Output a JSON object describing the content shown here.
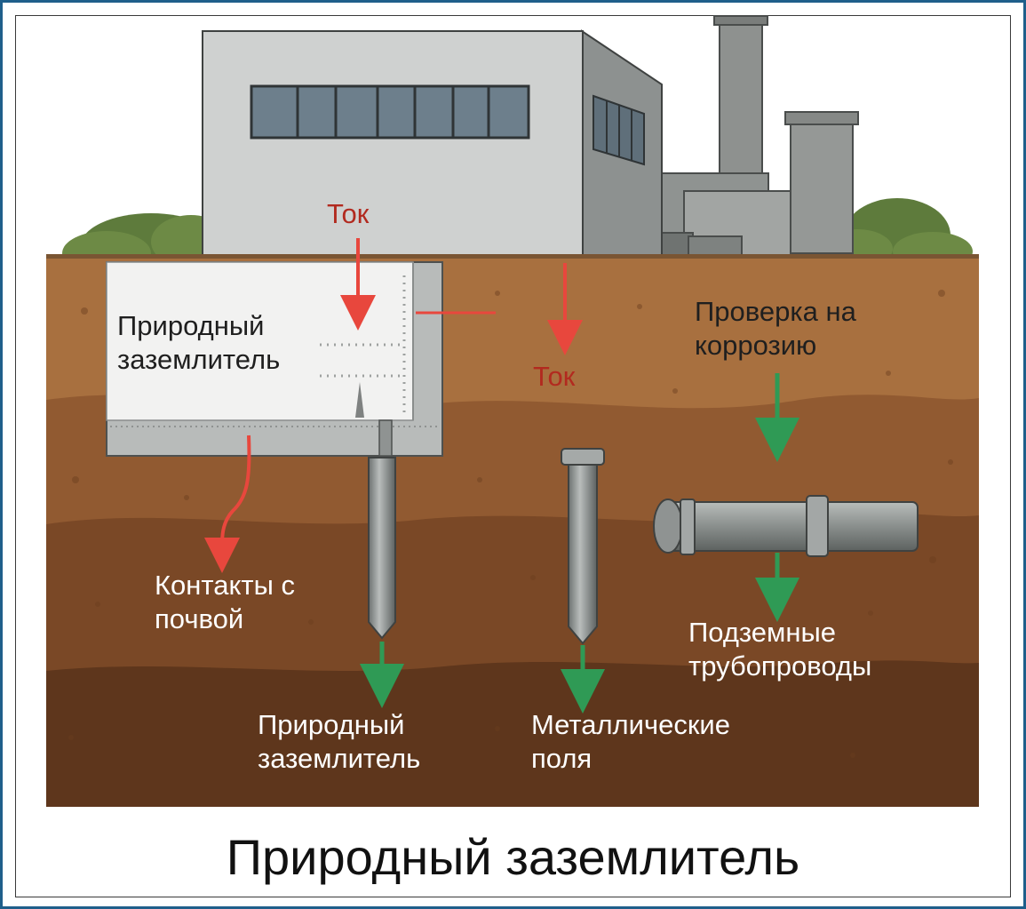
{
  "title": "Природный заземлитель",
  "labels": {
    "current_top": "Ток",
    "current_mid": "Ток",
    "ground_block": "Природный\nзаземлитель",
    "corrosion_check": "Проверка на\nкоррозию",
    "soil_contacts": "Контакты с\nпочвой",
    "natural_electrode": "Природный\nзаземлитель",
    "metal_fields": "Металлические\nполя",
    "underground_pipes": "Подземные\nтрубопроводы"
  },
  "colors": {
    "current_arrow": "#e8473d",
    "flow_arrow": "#2f9a55",
    "frame_border": "#1f5f8b"
  }
}
